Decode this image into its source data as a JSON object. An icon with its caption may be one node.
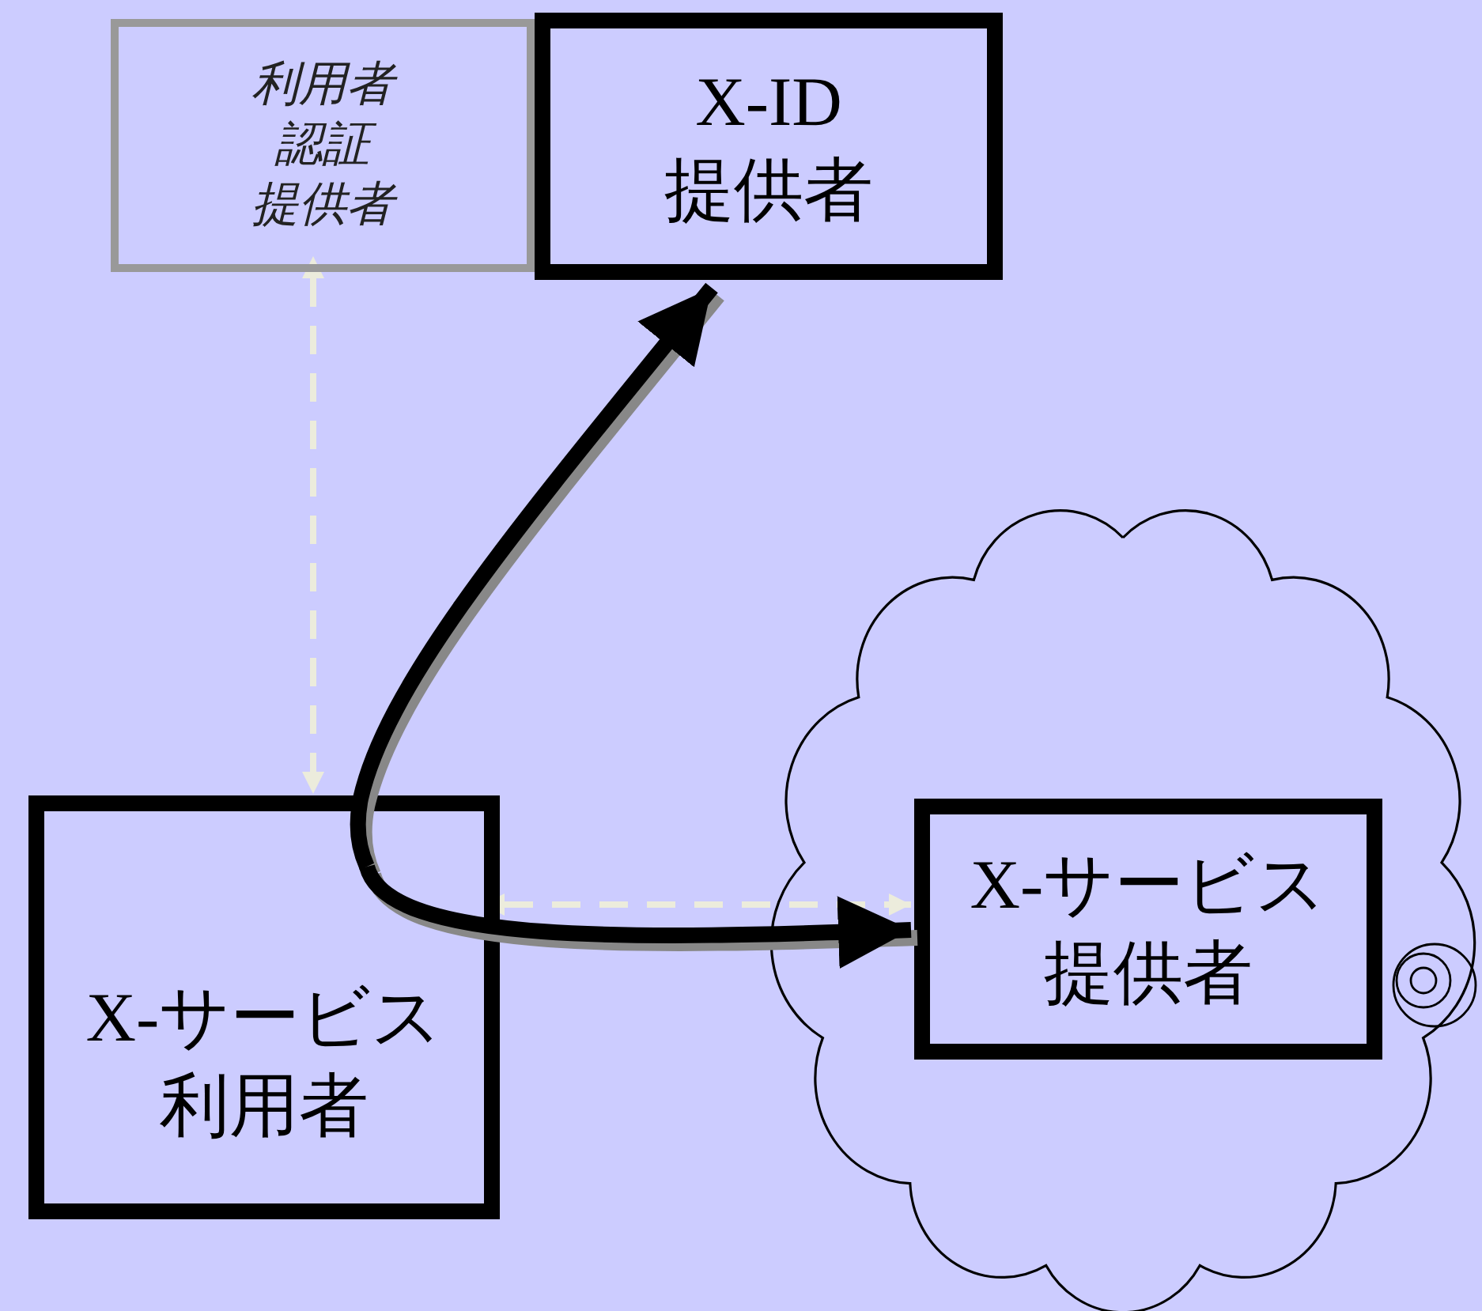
{
  "diagram": {
    "nodes": [
      {
        "text": [
          "利用者認証提供者"
        ]
      },
      {
        "text": [
          "X-ID提供者"
        ]
      },
      {
        "text": [],
        "shape": "cloud"
      },
      {
        "text": [
          "X-サービス提供者"
        ],
        "in": 2
      },
      {
        "text": [
          "X-サービス利用者"
        ]
      }
    ],
    "edges": [
      {
        "from": 4,
        "to": 1,
        "arrow": "to",
        "style": "thick"
      },
      {
        "from": 4,
        "to": 3,
        "arrow": "to",
        "style": "thick"
      },
      {
        "from": 0,
        "to": 4,
        "arrow": "both",
        "style": "dashed",
        "color": "#ececdc"
      },
      {
        "from": 4,
        "to": 3,
        "arrow": "both",
        "style": "dashed",
        "color": "#ececdc"
      }
    ]
  }
}
